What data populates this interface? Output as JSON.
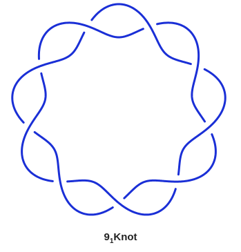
{
  "figure": {
    "caption_number": "9",
    "caption_subscript": "1",
    "caption_word": "Knot",
    "strand_color": "#1a2fd6",
    "crossings": 9
  }
}
